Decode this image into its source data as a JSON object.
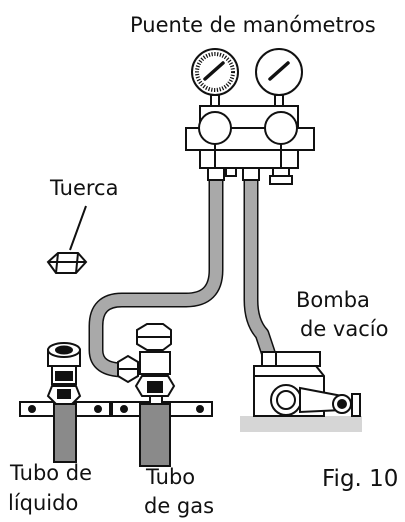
{
  "labels": {
    "title": "Puente de manómetros",
    "nut": "Tuerca",
    "pump_line1": "Bomba",
    "pump_line2": "de vacío",
    "liquid_line1": "Tubo de",
    "liquid_line2": "líquido",
    "gas_line1": "Tubo",
    "gas_line2": "de gas",
    "figure": "Fig. 10"
  },
  "colors": {
    "hose": "#a9a9a9",
    "pipe": "#8a8a8a",
    "base": "#d6d6d6",
    "outline": "#111111"
  }
}
